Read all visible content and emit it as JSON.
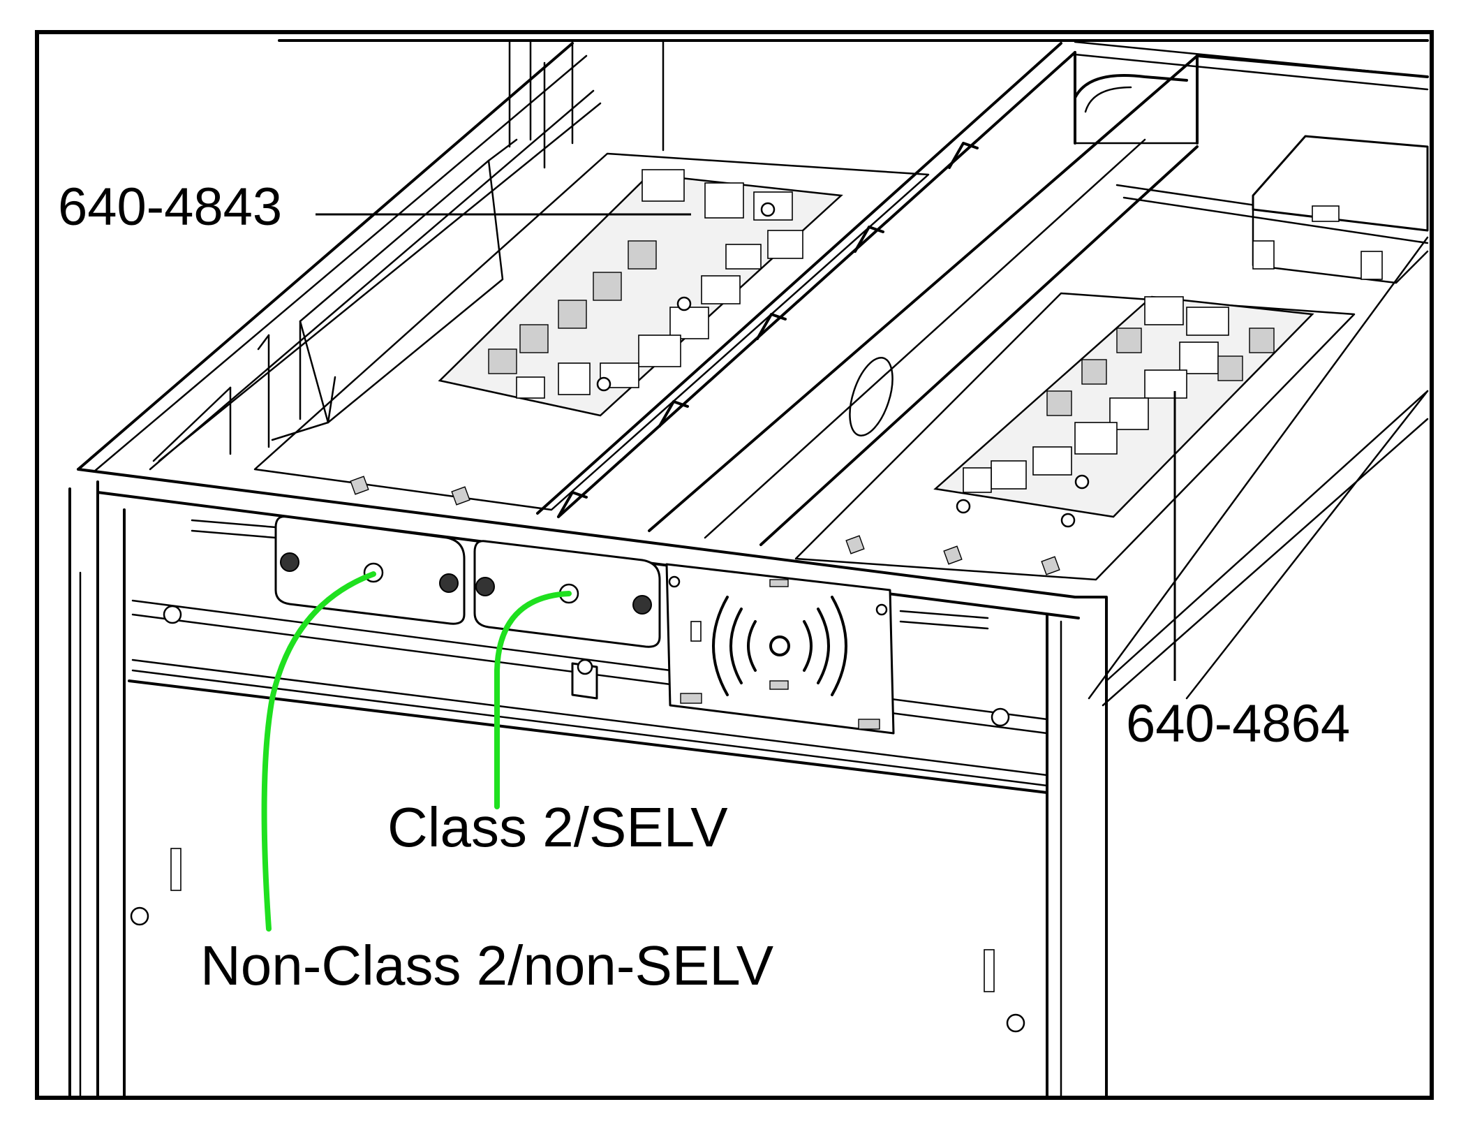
{
  "callouts": {
    "board_left": "640-4843",
    "board_right": "640-4864"
  },
  "wiring_labels": {
    "class2": "Class 2/SELV",
    "non_class2": "Non-Class 2/non-SELV"
  },
  "colors": {
    "wire_route": "#1fe01f",
    "line_art": "#000000",
    "background": "#ffffff"
  },
  "icons": {
    "wireless": "wireless-signal-icon"
  }
}
